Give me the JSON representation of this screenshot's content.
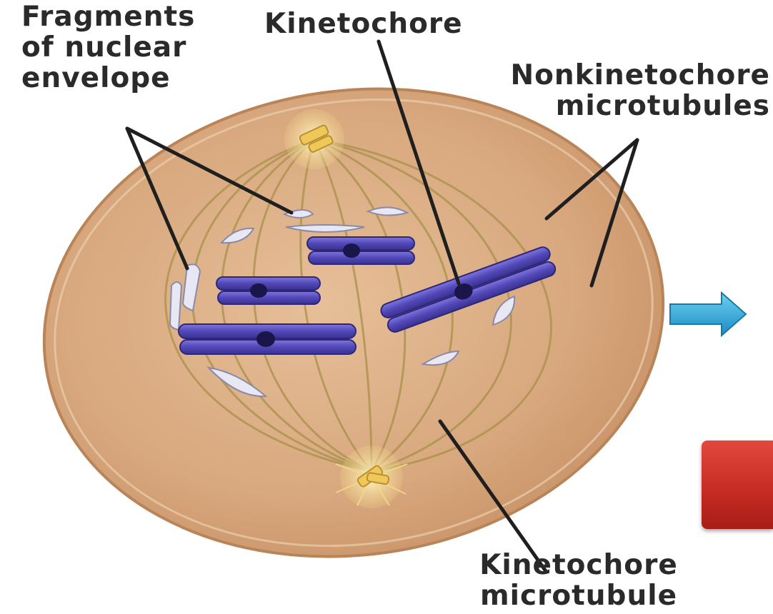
{
  "labels": {
    "fragments": [
      "Fragments",
      "of nuclear",
      "envelope"
    ],
    "kinetochore": "Kinetochore",
    "nonkinetochore": [
      "Nonkinetochore",
      "microtubules"
    ],
    "kinetochore_mt": [
      "Kinetochore",
      "microtubule"
    ]
  },
  "icons": {
    "next_arrow": "arrow-right-icon",
    "red_block": "red-block"
  },
  "colors": {
    "cell": "#d9a87c",
    "cell_edge": "#c08a5e",
    "chromosome": "#5a4fbf",
    "spindle": "#a8914a",
    "envelope_fragment": "#e8e8f4",
    "arrow": "#2aa3d4",
    "red_block": "#d6362c",
    "label_text": "#2a2a2a"
  }
}
